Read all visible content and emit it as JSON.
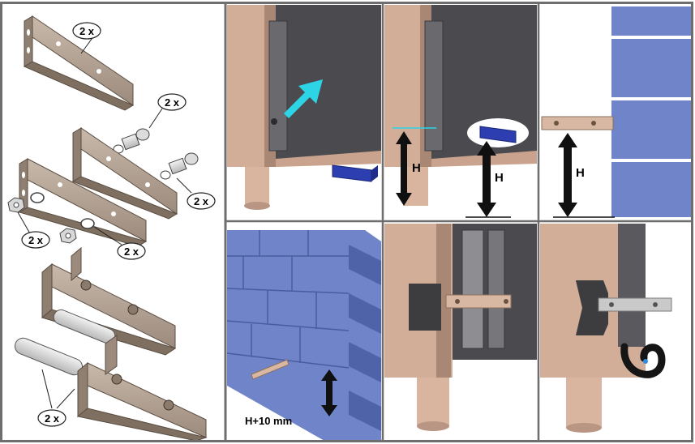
{
  "parts": {
    "qty_label": "2 x"
  },
  "steps": {
    "height_label": "H",
    "offset_label": "H+10 mm"
  },
  "colors": {
    "frame": "#6e6e6e",
    "metal": "#b3a293",
    "metal_dark": "#7f6f60",
    "appliance": "#d2ae98",
    "appliance_dark": "#a88874",
    "panel_dark": "#4b4b4f",
    "wall_blue": "#6f84c9",
    "bracket_blue": "#2d3fb0",
    "arrow_cyan": "#2dd4e6",
    "arrow_black": "#101010"
  }
}
